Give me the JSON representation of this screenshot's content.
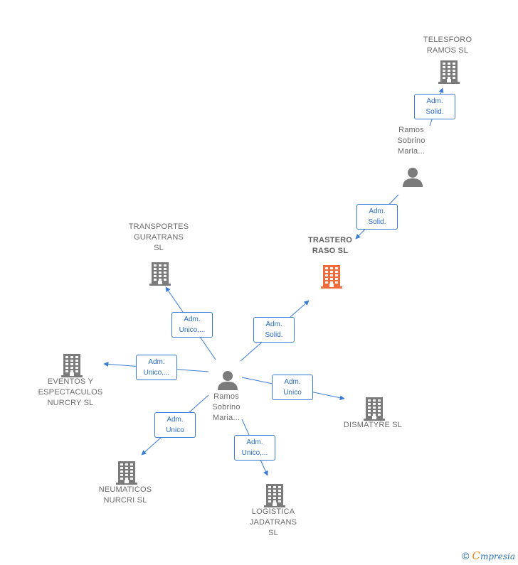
{
  "colors": {
    "node_gray": "#7b7b7b",
    "focus_orange": "#f26b3a",
    "edge_blue": "#3a7bd5"
  },
  "nodes": [
    {
      "id": "telesforo",
      "kind": "company",
      "label": "TELESFORO\nRAMOS SL"
    },
    {
      "id": "ramos_top",
      "kind": "person",
      "label": "Ramos\nSobrino\nMaria..."
    },
    {
      "id": "trastero",
      "kind": "company",
      "focus": true,
      "label": "TRASTERO\nRASO  SL"
    },
    {
      "id": "transportes",
      "kind": "company",
      "label": "TRANSPORTES\nGURATRANS\nSL"
    },
    {
      "id": "eventos",
      "kind": "company",
      "label": "EVENTOS Y\nESPECTACULOS\nNURCRY  SL"
    },
    {
      "id": "ramos_center",
      "kind": "person",
      "label": "Ramos\nSobrino\nMaria..."
    },
    {
      "id": "dismatyre",
      "kind": "company",
      "label": "DISMATYRE SL"
    },
    {
      "id": "neumaticos",
      "kind": "company",
      "label": "NEUMATICOS\nNURCRI SL"
    },
    {
      "id": "logistica",
      "kind": "company",
      "label": "LOGISTICA\nJADATRANS\nSL"
    }
  ],
  "edges": [
    {
      "from": "ramos_top",
      "to": "telesforo",
      "label": "Adm.\nSolid."
    },
    {
      "from": "ramos_top",
      "to": "trastero",
      "label": "Adm.\nSolid."
    },
    {
      "from": "ramos_center",
      "to": "trastero",
      "label": "Adm.\nSolid."
    },
    {
      "from": "ramos_center",
      "to": "transportes",
      "label": "Adm.\nUnico,..."
    },
    {
      "from": "ramos_center",
      "to": "eventos",
      "label": "Adm.\nUnico,..."
    },
    {
      "from": "ramos_center",
      "to": "dismatyre",
      "label": "Adm.\nUnico"
    },
    {
      "from": "ramos_center",
      "to": "neumaticos",
      "label": "Adm.\nUnico"
    },
    {
      "from": "ramos_center",
      "to": "logistica",
      "label": "Adm.\nUnico,..."
    }
  ],
  "footer": {
    "copyright": "©",
    "brand_first": "C",
    "brand_rest": "mpresia"
  }
}
